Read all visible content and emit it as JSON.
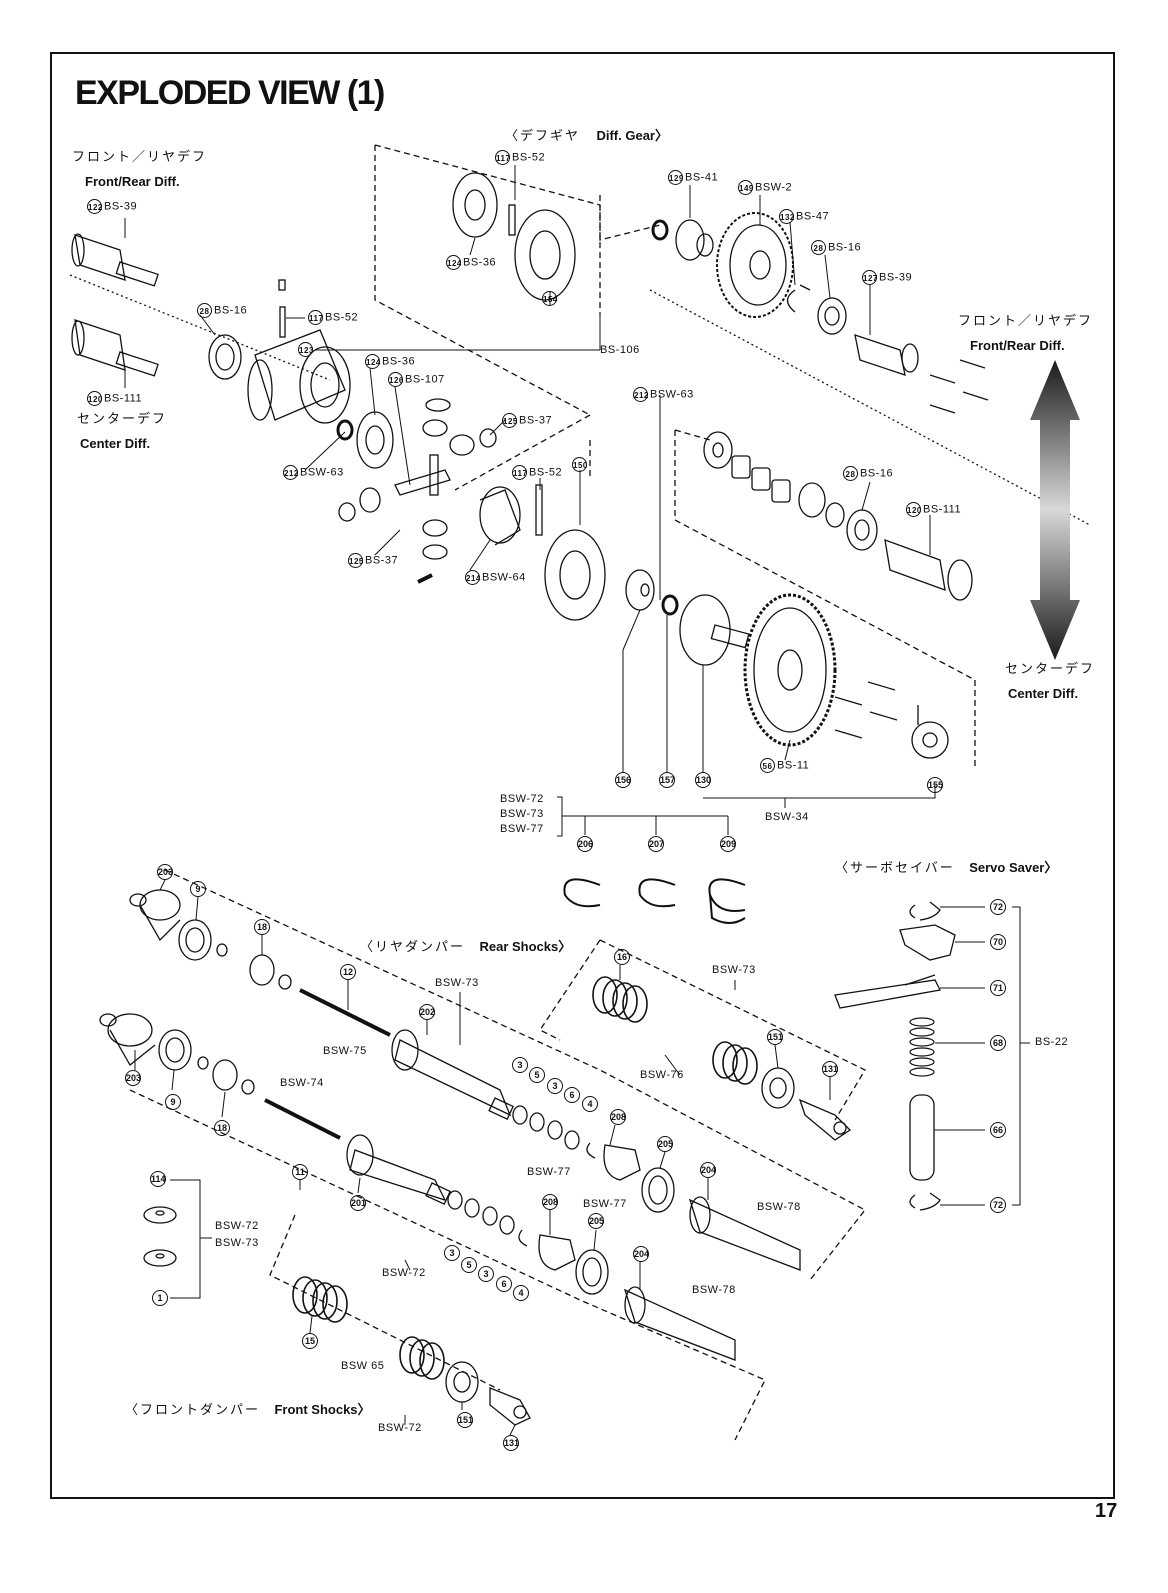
{
  "page": {
    "title": "EXPLODED VIEW (1)",
    "page_number": "17"
  },
  "sections": {
    "diff_gear": {
      "jp": "〈デフギヤ",
      "en": "Diff. Gear〉"
    },
    "front_rear_diff_left": {
      "jp": "フロント／リヤデフ",
      "en": "Front/Rear Diff."
    },
    "center_diff_left": {
      "jp": "センターデフ",
      "en": "Center Diff."
    },
    "front_rear_diff_right": {
      "jp": "フロント／リヤデフ",
      "en": "Front/Rear Diff."
    },
    "center_diff_right": {
      "jp": "センターデフ",
      "en": "Center Diff."
    },
    "servo_saver": {
      "jp": "〈サーボセイバー",
      "en": "Servo Saver〉"
    },
    "rear_shocks": {
      "jp": "〈リヤダンパー",
      "en": "Rear Shocks〉"
    },
    "front_shocks": {
      "jp": "〈フロントダンパー",
      "en": "Front Shocks〉"
    }
  },
  "diff_labels": [
    {
      "num": "117",
      "code": "BS-52"
    },
    {
      "num": "124",
      "code": "BS-36"
    },
    {
      "num": "154",
      "code": ""
    },
    {
      "num": "122",
      "code": "BS-39"
    },
    {
      "num": "28",
      "code": "BS-16"
    },
    {
      "num": "117",
      "code": "BS-52"
    },
    {
      "num": "123",
      "code": ""
    },
    {
      "num": "124",
      "code": "BS-36"
    },
    {
      "num": "126",
      "code": "BS-107"
    },
    {
      "num": "125",
      "code": "BS-37"
    },
    {
      "num": "120",
      "code": "BS-111"
    },
    {
      "num": "212",
      "code": "BSW-63"
    },
    {
      "num": "117",
      "code": "BS-52"
    },
    {
      "num": "150",
      "code": ""
    },
    {
      "num": "125",
      "code": "BS-37"
    },
    {
      "num": "214",
      "code": "BSW-64"
    },
    {
      "num": "129",
      "code": "BS-41"
    },
    {
      "num": "149",
      "code": "BSW-2"
    },
    {
      "num": "132",
      "code": "BS-47"
    },
    {
      "num": "28",
      "code": "BS-16"
    },
    {
      "num": "127",
      "code": "BS-39"
    },
    {
      "num": "",
      "code": "BS-106"
    },
    {
      "num": "212",
      "code": "BSW-63"
    },
    {
      "num": "28",
      "code": "BS-16"
    },
    {
      "num": "120",
      "code": "BS-111"
    },
    {
      "num": "56",
      "code": "BS-11"
    }
  ],
  "center_bottom": {
    "circles": [
      "156",
      "157",
      "130",
      "155"
    ],
    "bracket": [
      "BSW-72",
      "BSW-73",
      "BSW-77"
    ],
    "bsw34": "BSW-34",
    "clips": [
      "206",
      "207",
      "209"
    ]
  },
  "servo_saver_parts": {
    "circles": [
      "72",
      "70",
      "71",
      "68",
      "66",
      "72"
    ],
    "code": "BS-22"
  },
  "rear_shocks_labels": {
    "circles": [
      "203",
      "9",
      "18",
      "12",
      "202",
      "3",
      "5",
      "3",
      "6",
      "4",
      "208",
      "205",
      "204",
      "16",
      "151",
      "131"
    ],
    "codes": [
      "BSW-73",
      "BSW-75",
      "BSW-73",
      "BSW-76",
      "BSW-78",
      "BSW-77"
    ]
  },
  "front_shocks_labels": {
    "circles": [
      "203",
      "9",
      "18",
      "11",
      "201",
      "3",
      "5",
      "3",
      "6",
      "4",
      "208",
      "205",
      "204",
      "15",
      "151",
      "131",
      "114",
      "1"
    ],
    "codes": [
      "BSW-74",
      "BSW-77",
      "BSW-78",
      "BSW-72",
      "BSW 65",
      "BSW-72",
      "BSW-72",
      "BSW-73"
    ]
  }
}
